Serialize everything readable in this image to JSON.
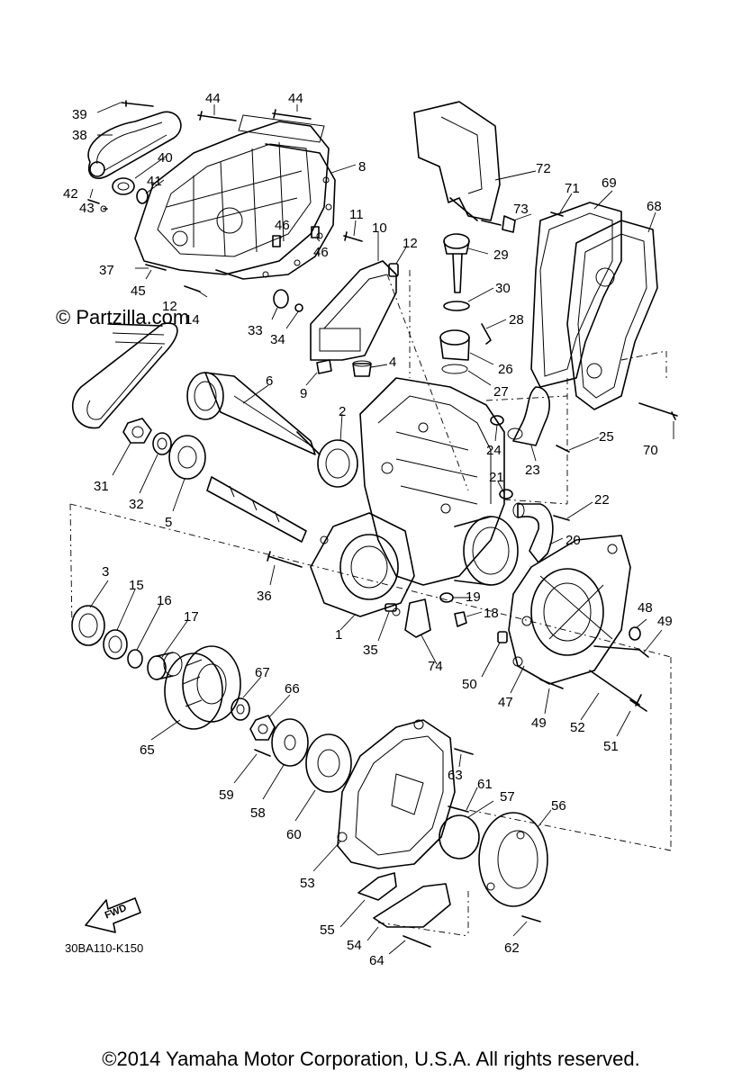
{
  "watermark": "© Partzilla.com",
  "diagram_code": "30BA110-K150",
  "fwd_label": "FWD",
  "copyright": "©2014 Yamaha Motor Corporation, U.S.A. All rights reserved.",
  "callouts": [
    "1",
    "2",
    "3",
    "4",
    "5",
    "6",
    "8",
    "9",
    "10",
    "11",
    "12",
    "14",
    "15",
    "16",
    "17",
    "18",
    "19",
    "20",
    "21",
    "22",
    "23",
    "24",
    "25",
    "26",
    "27",
    "28",
    "29",
    "30",
    "31",
    "32",
    "33",
    "34",
    "35",
    "36",
    "37",
    "38",
    "39",
    "40",
    "41",
    "42",
    "43",
    "44",
    "45",
    "46",
    "47",
    "48",
    "49",
    "50",
    "51",
    "52",
    "53",
    "54",
    "55",
    "56",
    "57",
    "58",
    "59",
    "60",
    "61",
    "62",
    "63",
    "64",
    "65",
    "66",
    "67",
    "68",
    "69",
    "70",
    "71",
    "72",
    "73",
    "74"
  ]
}
